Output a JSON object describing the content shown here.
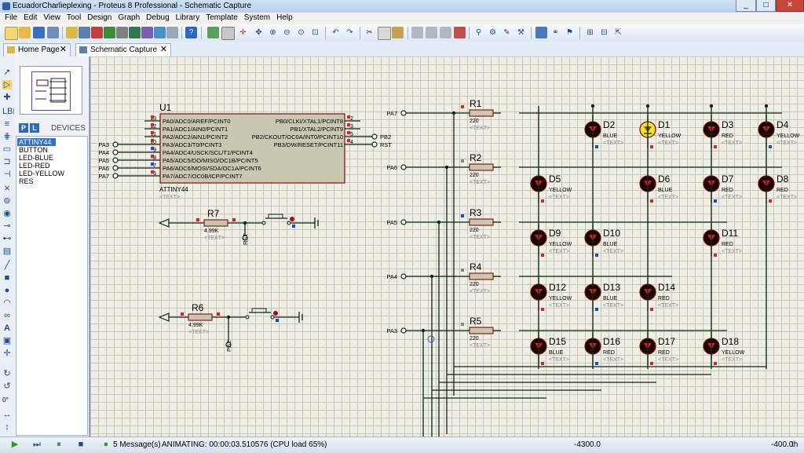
{
  "window": {
    "title": "EcuadorCharlieplexing - Proteus 8 Professional - Schematic Capture",
    "min": "_",
    "max": "□",
    "close": "✕"
  },
  "menu": [
    "File",
    "Edit",
    "View",
    "Tool",
    "Design",
    "Graph",
    "Debug",
    "Library",
    "Template",
    "System",
    "Help"
  ],
  "tabs": [
    {
      "label": "Home Page",
      "close": "✕"
    },
    {
      "label": "Schematic Capture",
      "close": "✕"
    }
  ],
  "side_panel": {
    "p_button": "P",
    "l_button": "L",
    "header": "DEVICES",
    "devices": [
      "ATTINY44",
      "BUTTON",
      "LED-BLUE",
      "LED-RED",
      "LED-YELLOW",
      "RES"
    ],
    "selected": "ATTINY44",
    "rotation_value": "0°"
  },
  "schematic": {
    "mcu": {
      "ref": "U1",
      "part": "ATTINY44",
      "text": "<TEXT>",
      "left_pins": [
        {
          "num": "13",
          "name": "PA0/ADC0/AREF/PCINT0",
          "net": ""
        },
        {
          "num": "12",
          "name": "PA1/ADC1/AIN0/PCINT1",
          "net": ""
        },
        {
          "num": "11",
          "name": "PA2/ADC2/AIN1/PCINT2",
          "net": ""
        },
        {
          "num": "10",
          "name": "PA3/ADC3/T0/PCINT3",
          "net": "PA3"
        },
        {
          "num": "9",
          "name": "PA4/ADC4/USCK/SCL/T1/PCINT4",
          "net": "PA4"
        },
        {
          "num": "8",
          "name": "PA5/ADC5/DO/MISO/OC1B/PCINT5",
          "net": "PA5"
        },
        {
          "num": "7",
          "name": "PA6/ADC6/MOSI/SDA/OC1A/PCINT6",
          "net": "PA6"
        },
        {
          "num": "6",
          "name": "PA7/ADC7/OC0B/ICP/PCINT7",
          "net": "PA7"
        }
      ],
      "right_pins": [
        {
          "num": "2",
          "name": "PB0/CLKI/XTAL1/PCINT8",
          "net": ""
        },
        {
          "num": "3",
          "name": "PB1/XTAL2/PCINT9",
          "net": ""
        },
        {
          "num": "5",
          "name": "PB2/CKOUT/OC0A/INT0/PCINT10",
          "net": "PB2"
        },
        {
          "num": "4",
          "name": "PB3/DW/RESET/PCINT11",
          "net": "RST"
        }
      ]
    },
    "r7": {
      "ref": "R7",
      "value": "4.99K",
      "text": "<TEXT>",
      "net": "RST"
    },
    "r6": {
      "ref": "R6",
      "value": "4.99K",
      "text": "<TEXT>",
      "net": "PB2"
    },
    "nets": [
      "PA7",
      "PA6",
      "PA5",
      "PA4",
      "PA3"
    ],
    "resistors": [
      {
        "ref": "R1",
        "value": "220",
        "text": "<TEXT>"
      },
      {
        "ref": "R2",
        "value": "220",
        "text": "<TEXT>"
      },
      {
        "ref": "R3",
        "value": "220",
        "text": "<TEXT>"
      },
      {
        "ref": "R4",
        "value": "220",
        "text": "<TEXT>"
      },
      {
        "ref": "R5",
        "value": "220",
        "text": "<TEXT>"
      }
    ],
    "leds": [
      {
        "ref": "D2",
        "color": "BLUE",
        "lit": false,
        "text": "<TEXT>"
      },
      {
        "ref": "D1",
        "color": "YELLOW",
        "lit": true,
        "text": "<TEXT>"
      },
      {
        "ref": "D3",
        "color": "RED",
        "lit": false,
        "text": "<TEXT>"
      },
      {
        "ref": "D4",
        "color": "YELLOW",
        "lit": false,
        "text": "<TEXT>"
      },
      {
        "ref": "D5",
        "color": "YELLOW",
        "lit": false,
        "text": "<TEXT>"
      },
      {
        "ref": "D6",
        "color": "BLUE",
        "lit": false,
        "text": "<TEXT>"
      },
      {
        "ref": "D7",
        "color": "RED",
        "lit": false,
        "text": "<TEXT>"
      },
      {
        "ref": "D8",
        "color": "RED",
        "lit": false,
        "text": "<TEXT>"
      },
      {
        "ref": "D9",
        "color": "YELLOW",
        "lit": false,
        "text": "<TEXT>"
      },
      {
        "ref": "D10",
        "color": "BLUE",
        "lit": false,
        "text": "<TEXT>"
      },
      {
        "ref": "D11",
        "color": "RED",
        "lit": false,
        "text": "<TEXT>"
      },
      {
        "ref": "D12",
        "color": "YELLOW",
        "lit": false,
        "text": "<TEXT>"
      },
      {
        "ref": "D13",
        "color": "BLUE",
        "lit": false,
        "text": "<TEXT>"
      },
      {
        "ref": "D14",
        "color": "RED",
        "lit": false,
        "text": "<TEXT>"
      },
      {
        "ref": "D15",
        "color": "BLUE",
        "lit": false,
        "text": "<TEXT>"
      },
      {
        "ref": "D16",
        "color": "RED",
        "lit": false,
        "text": "<TEXT>"
      },
      {
        "ref": "D17",
        "color": "RED",
        "lit": false,
        "text": "<TEXT>"
      },
      {
        "ref": "D18",
        "color": "YELLOW",
        "lit": false,
        "text": "<TEXT>"
      }
    ]
  },
  "status": {
    "messages": "5 Message(s)",
    "animating": "ANIMATING: 00:00:03.510576 (CPU load 65%)",
    "coord_x": "-4300.0",
    "coord_y": "-400.0",
    "unit": "th"
  },
  "colors": {
    "wire": "#0a2a16",
    "component_fill": "#c9c7b0",
    "component_border": "#8a1c1c",
    "led_off": "#1a0000",
    "led_lit": "#f7e22c",
    "accent": "#3470c8"
  }
}
